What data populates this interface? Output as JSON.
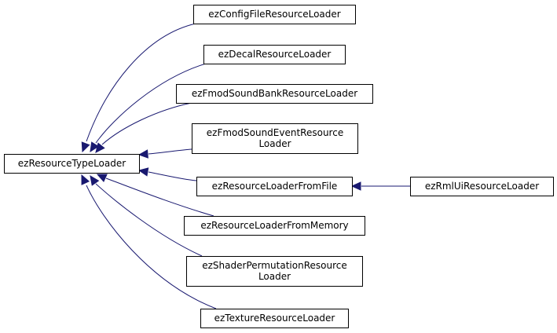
{
  "diagram": {
    "type": "class-inheritance-graph",
    "colors": {
      "edge": "#191970",
      "node_border": "#000000",
      "node_fill": "#ffffff"
    },
    "nodes": [
      {
        "id": "base",
        "lines": [
          "ezResourceTypeLoader"
        ]
      },
      {
        "id": "config",
        "lines": [
          "ezConfigFileResourceLoader"
        ]
      },
      {
        "id": "decal",
        "lines": [
          "ezDecalResourceLoader"
        ]
      },
      {
        "id": "fmodbank",
        "lines": [
          "ezFmodSoundBankResourceLoader"
        ]
      },
      {
        "id": "fmodevent",
        "lines": [
          "ezFmodSoundEventResource",
          "Loader"
        ]
      },
      {
        "id": "fromfile",
        "lines": [
          "ezResourceLoaderFromFile"
        ]
      },
      {
        "id": "frommemory",
        "lines": [
          "ezResourceLoaderFromMemory"
        ]
      },
      {
        "id": "shader",
        "lines": [
          "ezShaderPermutationResource",
          "Loader"
        ]
      },
      {
        "id": "texture",
        "lines": [
          "ezTextureResourceLoader"
        ]
      },
      {
        "id": "rmlui",
        "lines": [
          "ezRmlUiResourceLoader"
        ]
      }
    ],
    "edges": [
      {
        "from": "config",
        "to": "base"
      },
      {
        "from": "decal",
        "to": "base"
      },
      {
        "from": "fmodbank",
        "to": "base"
      },
      {
        "from": "fmodevent",
        "to": "base"
      },
      {
        "from": "fromfile",
        "to": "base"
      },
      {
        "from": "frommemory",
        "to": "base"
      },
      {
        "from": "shader",
        "to": "base"
      },
      {
        "from": "texture",
        "to": "base"
      },
      {
        "from": "rmlui",
        "to": "fromfile"
      }
    ]
  }
}
